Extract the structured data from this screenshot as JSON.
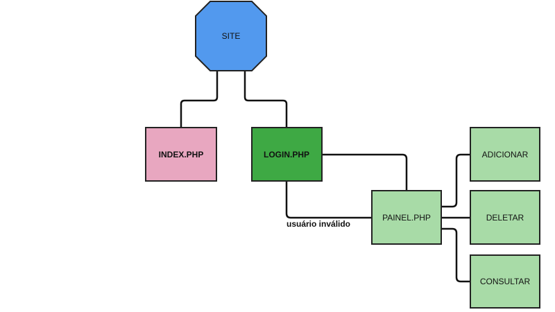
{
  "diagram": {
    "colors": {
      "site": "#5299ee",
      "index": "#e8a7c0",
      "login": "#3ea944",
      "light_green": "#a8dba7",
      "stroke": "#222222"
    },
    "nodes": {
      "site": {
        "label": "SITE"
      },
      "index": {
        "label": "INDEX.PHP"
      },
      "login": {
        "label": "LOGIN.PHP"
      },
      "painel": {
        "label": "PAINEL.PHP"
      },
      "adicionar": {
        "label": "ADICIONAR"
      },
      "deletar": {
        "label": "DELETAR"
      },
      "consultar": {
        "label": "CONSULTAR"
      }
    },
    "edge_labels": {
      "invalid_user": "usuário inválido"
    }
  }
}
